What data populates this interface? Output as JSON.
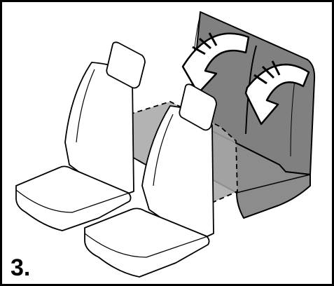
{
  "figure": {
    "step_label": "3.",
    "colors": {
      "rear_seat_fill": "#7f7f7f",
      "rear_seat_light": "#8f8f8f",
      "cushion_ghost_fill": "#a0a0a0",
      "front_seat_fill": "#ffffff",
      "line": "#000000",
      "arrow_fill": "#ffffff"
    },
    "parts": [
      "rear-bench-seat",
      "front-seat-left",
      "front-seat-right",
      "folded-cushion-outline",
      "fold-arrow-left",
      "fold-arrow-right"
    ]
  }
}
